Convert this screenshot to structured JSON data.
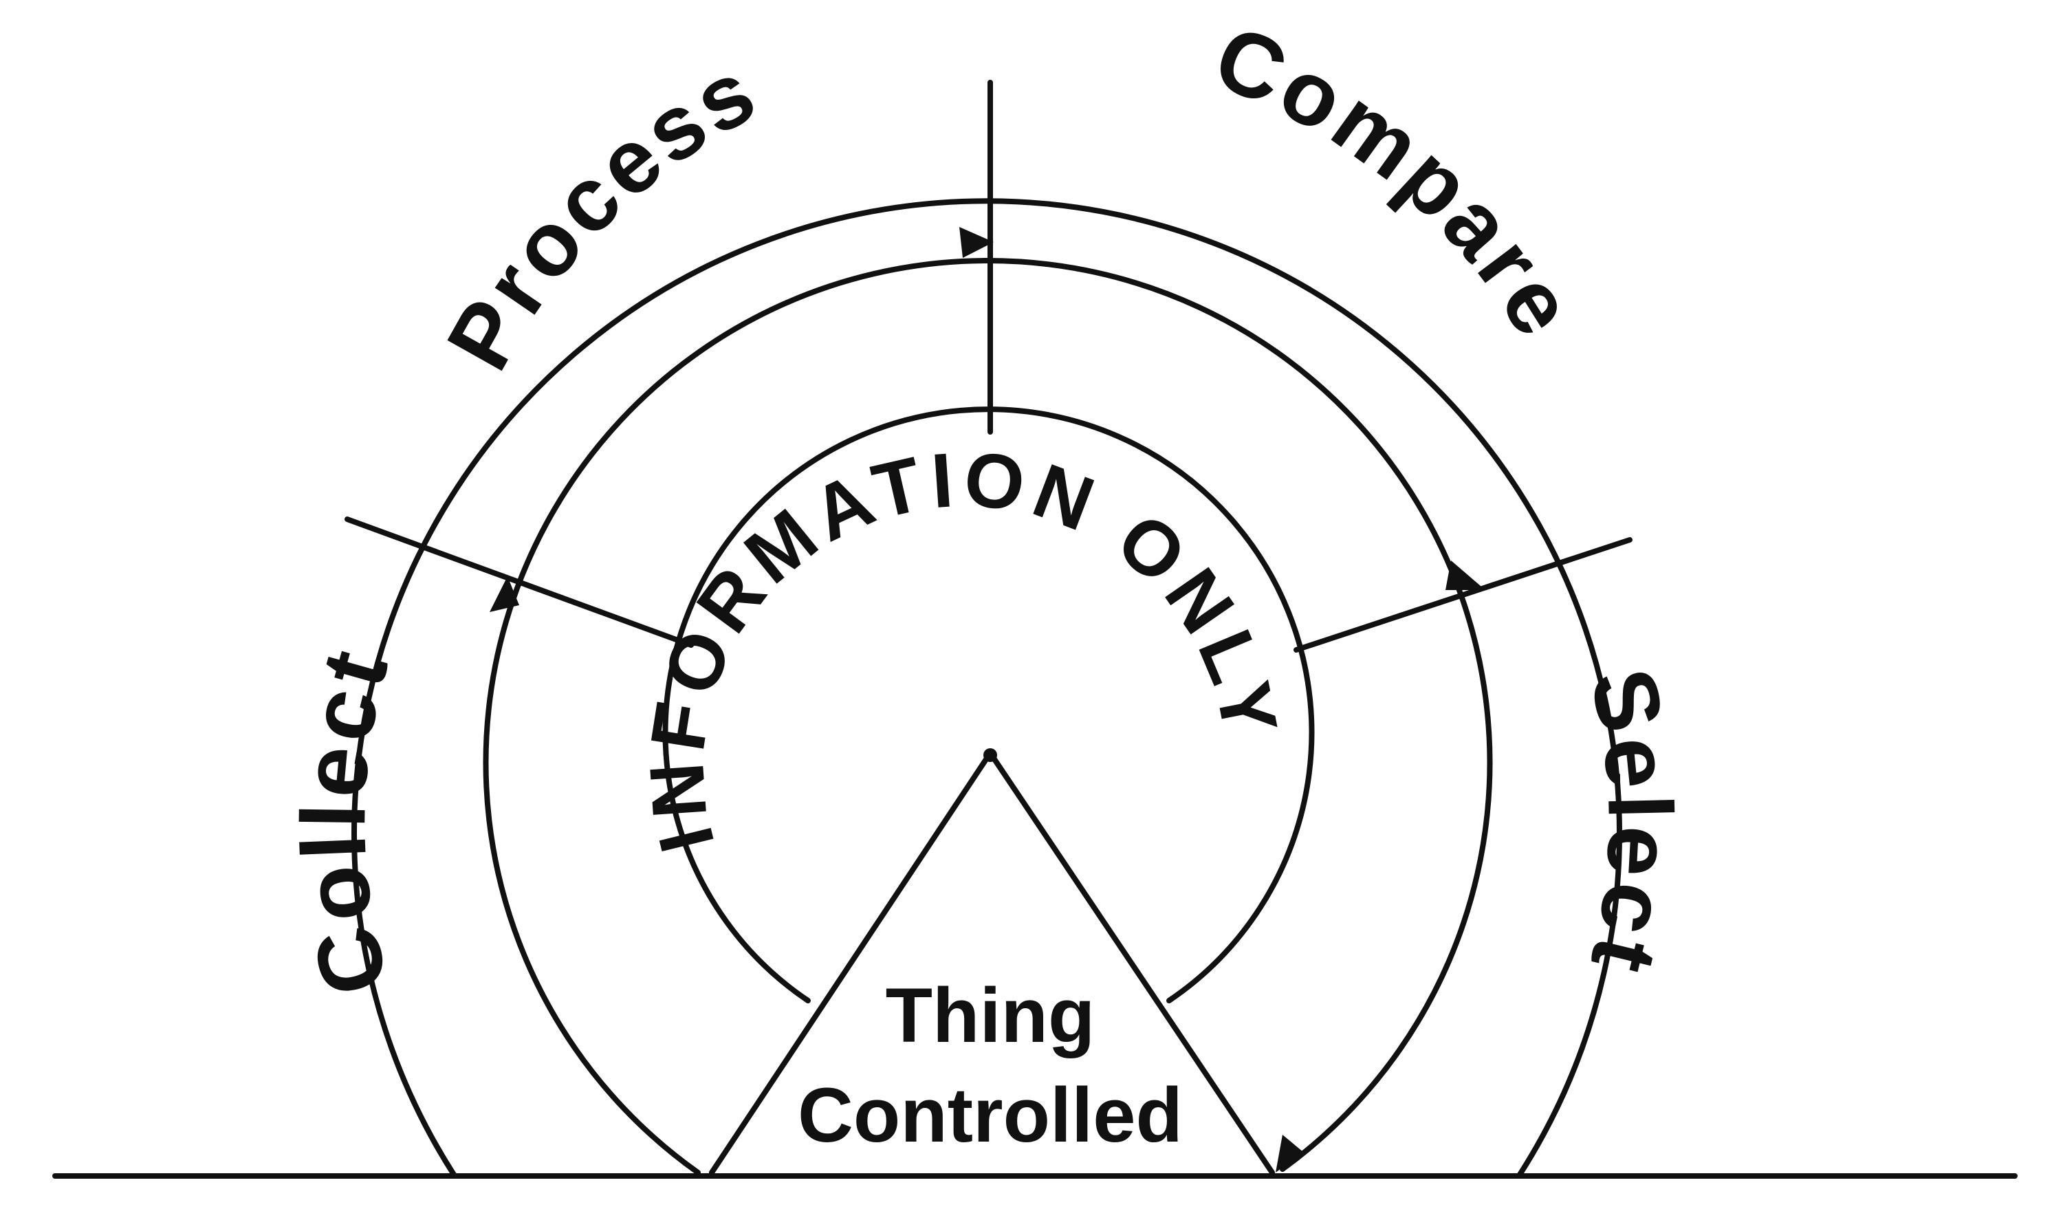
{
  "diagram": {
    "outer_ring_labels": {
      "collect": "Collect",
      "process": "Process",
      "compare": "Compare",
      "select": "Select"
    },
    "core_label": "INFORMATION ONLY",
    "center_label": {
      "line1": "Thing",
      "line2": "Controlled"
    }
  }
}
